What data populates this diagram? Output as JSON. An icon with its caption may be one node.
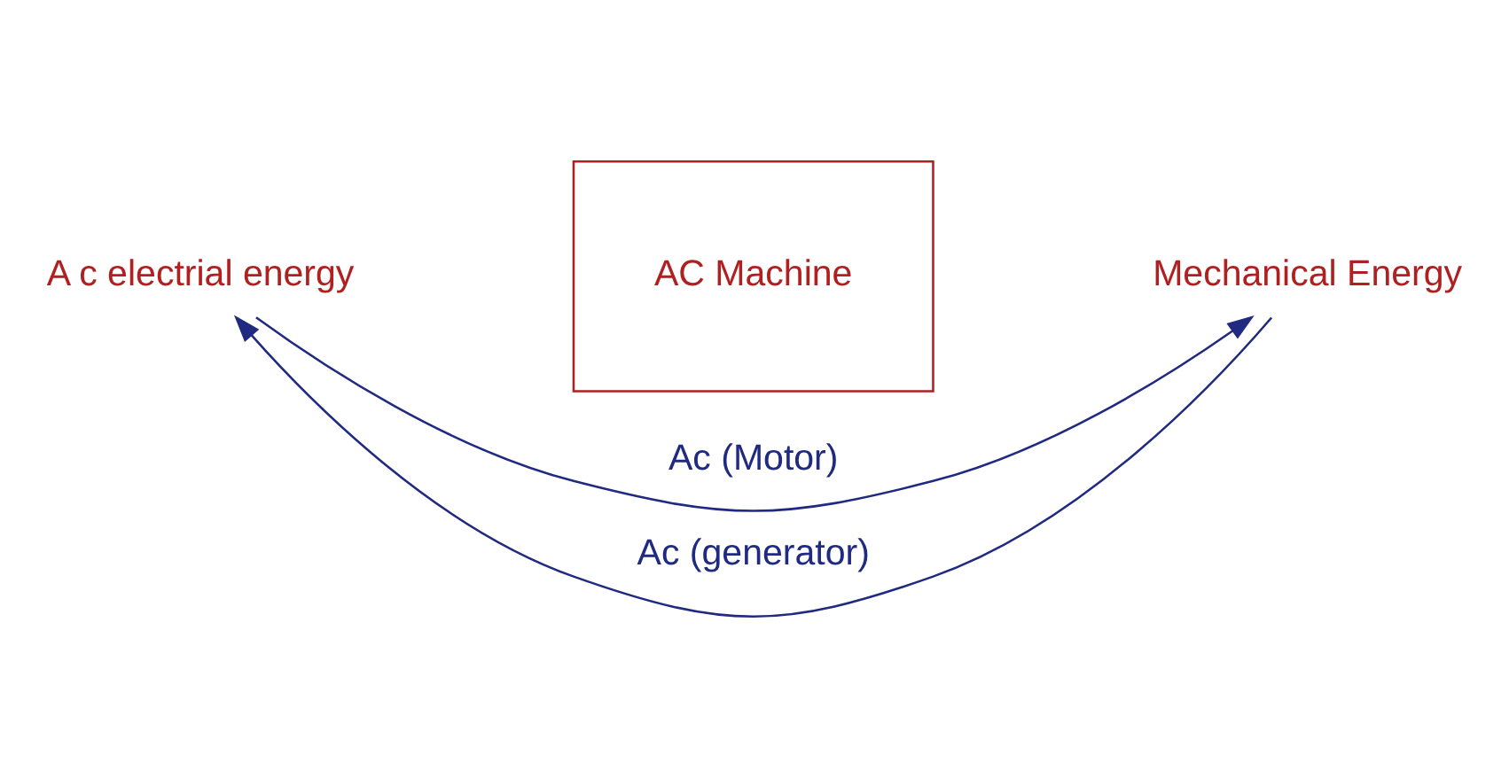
{
  "diagram": {
    "nodes": [
      {
        "text": [
          "A c electrial energy"
        ]
      },
      {
        "text": [
          "AC Machine"
        ]
      },
      {
        "text": [
          "Mechanical Energy"
        ]
      }
    ],
    "edges": [
      {
        "from": 0,
        "to": 2,
        "arrow": "to",
        "label": "Ac (Motor)"
      },
      {
        "from": 2,
        "to": 0,
        "arrow": "to",
        "label": "Ac (generator)"
      }
    ]
  }
}
